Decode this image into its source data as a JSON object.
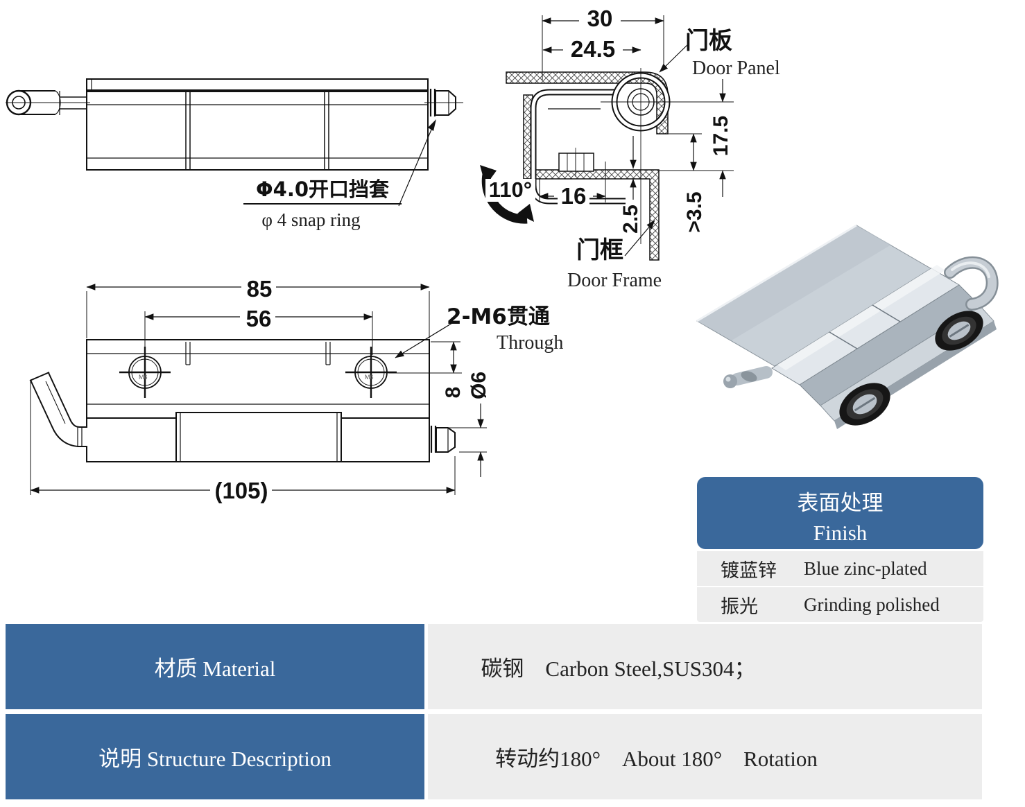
{
  "side_view": {
    "snap_ring_label_cn": "Φ4.0开口挡套",
    "snap_ring_label_en": "φ 4 snap ring"
  },
  "cross_section": {
    "dim_width_outer": "30",
    "dim_width_inner": "24.5",
    "rotation_angle": "110°",
    "dim_depth": "16",
    "dim_frame_thickness": "2.5",
    "dim_min_gap": ">3.5",
    "dim_height": "17.5",
    "door_panel_cn": "门板",
    "door_panel_en": "Door Panel",
    "door_frame_cn": "门框",
    "door_frame_en": "Door Frame"
  },
  "plan_view": {
    "dim_body_length": "85",
    "dim_hole_spacing": "56",
    "dim_total_length": "(105)",
    "dim_hole_offset": "8",
    "dim_pin_diameter": "Ø6",
    "thread_label_cn": "2-M6贯通",
    "thread_label_en": "Through",
    "hole_label": "M6"
  },
  "finish_table": {
    "header_cn": "表面处理",
    "header_en": "Finish",
    "rows": [
      {
        "cn": "镀蓝锌",
        "en": "Blue zinc-plated"
      },
      {
        "cn": "振光",
        "en": "Grinding polished"
      }
    ]
  },
  "spec_table": {
    "rows": [
      {
        "label": "材质 Material",
        "value": "碳钢　Carbon Steel,SUS304；"
      },
      {
        "label": "说明 Structure Description",
        "value": "转动约180°　About 180°　Rotation"
      }
    ]
  },
  "colors": {
    "accent_blue": "#3a689b",
    "panel_gray": "#ededed",
    "line": "#111111"
  }
}
